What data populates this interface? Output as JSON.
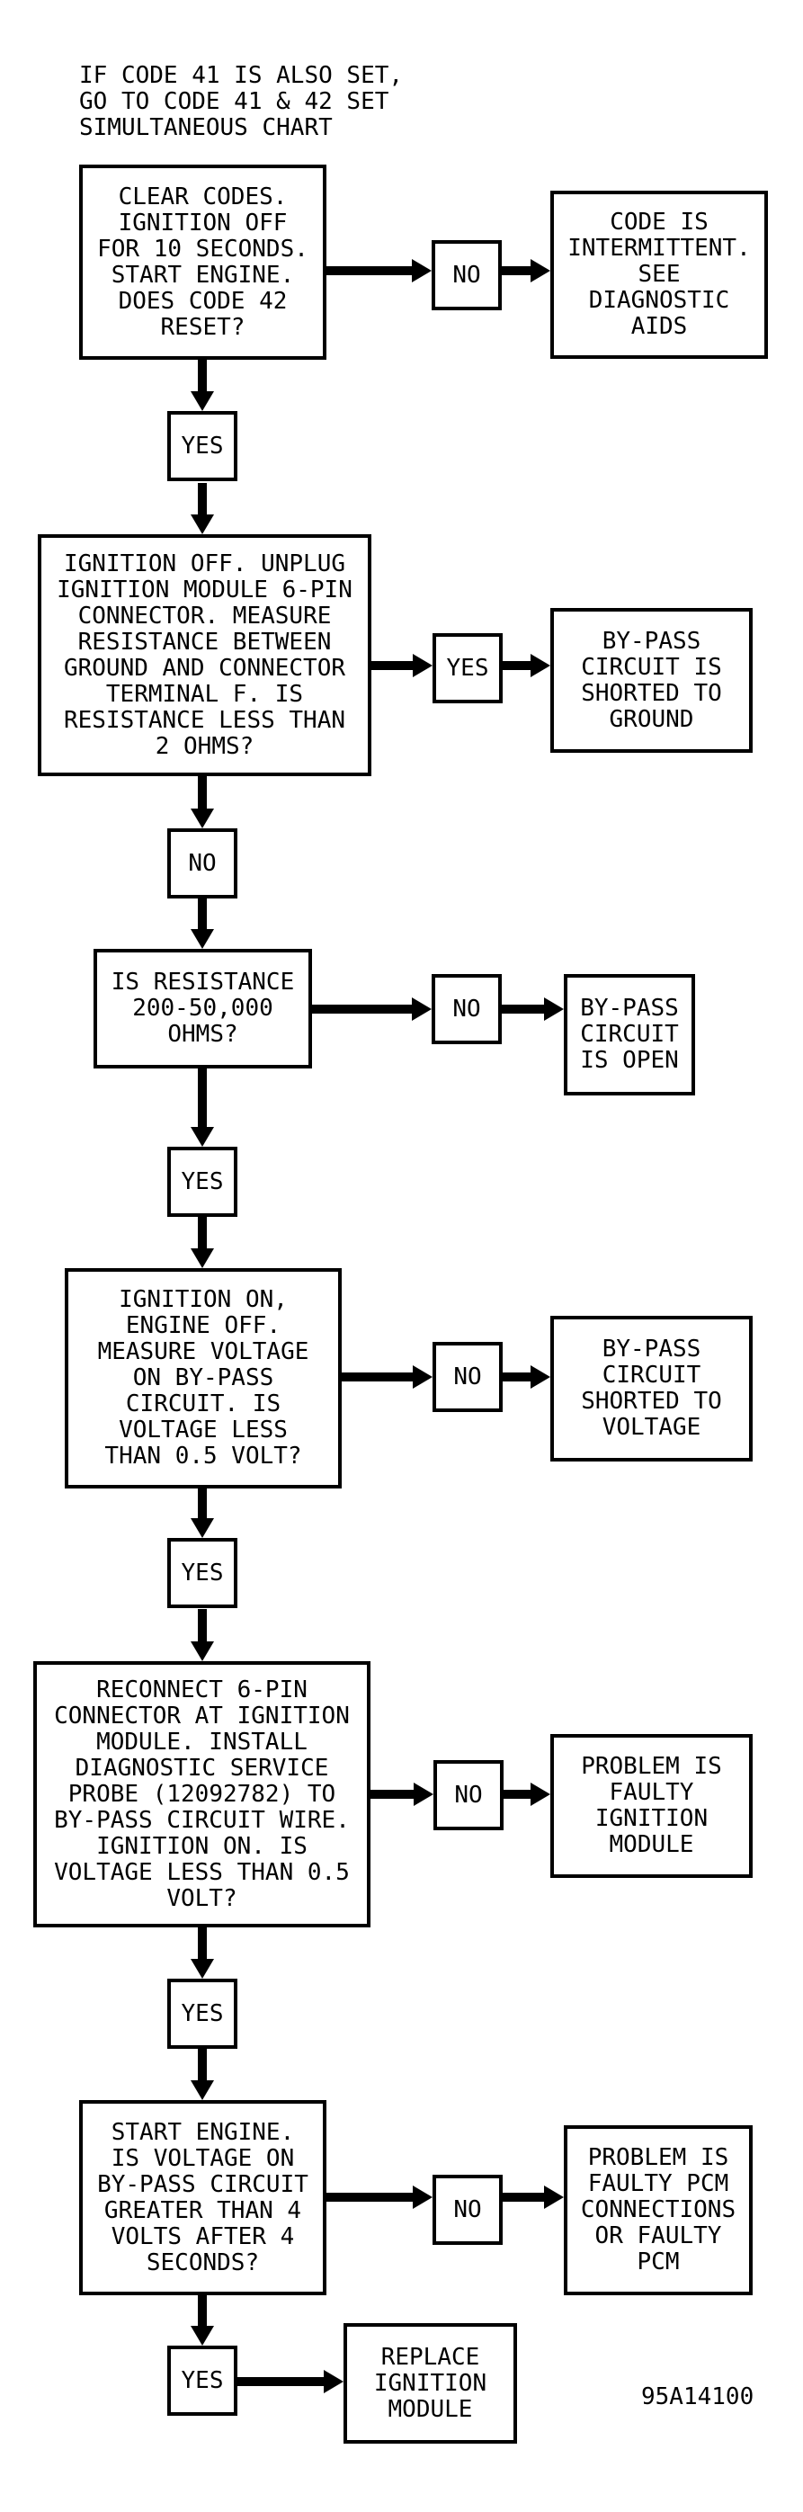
{
  "note": "IF CODE 41 IS ALSO SET,\nGO TO CODE 41 & 42 SET\nSIMULTANEOUS CHART",
  "figure_id": "95A14100",
  "labels": {
    "yes": "YES",
    "no": "NO"
  },
  "steps": {
    "s1": "CLEAR CODES.\nIGNITION OFF\nFOR 10 SECONDS.\nSTART ENGINE.\nDOES CODE 42\nRESET?",
    "s2": "IGNITION OFF. UNPLUG\nIGNITION MODULE 6-PIN\nCONNECTOR. MEASURE\nRESISTANCE BETWEEN\nGROUND AND CONNECTOR\nTERMINAL F. IS\nRESISTANCE LESS THAN\n2 OHMS?",
    "s3": "IS RESISTANCE\n200-50,000\nOHMS?",
    "s4": "IGNITION ON,\nENGINE OFF.\nMEASURE VOLTAGE\nON BY-PASS\nCIRCUIT. IS\nVOLTAGE LESS\nTHAN 0.5 VOLT?",
    "s5": "RECONNECT 6-PIN\nCONNECTOR AT IGNITION\nMODULE. INSTALL\nDIAGNOSTIC SERVICE\nPROBE (12092782) TO\nBY-PASS CIRCUIT WIRE.\nIGNITION ON. IS\nVOLTAGE LESS THAN 0.5\nVOLT?",
    "s6": "START ENGINE.\nIS VOLTAGE ON\nBY-PASS CIRCUIT\nGREATER THAN 4\nVOLTS AFTER 4\nSECONDS?"
  },
  "results": {
    "r1": "CODE IS\nINTERMITTENT.\nSEE\nDIAGNOSTIC\nAIDS",
    "r2": "BY-PASS\nCIRCUIT IS\nSHORTED TO\nGROUND",
    "r3": "BY-PASS\nCIRCUIT\nIS OPEN",
    "r4": "BY-PASS\nCIRCUIT\nSHORTED TO\nVOLTAGE",
    "r5": "PROBLEM IS\nFAULTY\nIGNITION\nMODULE",
    "r6": "PROBLEM IS\nFAULTY PCM\nCONNECTIONS\nOR FAULTY\nPCM",
    "r7": "REPLACE\nIGNITION\nMODULE"
  }
}
